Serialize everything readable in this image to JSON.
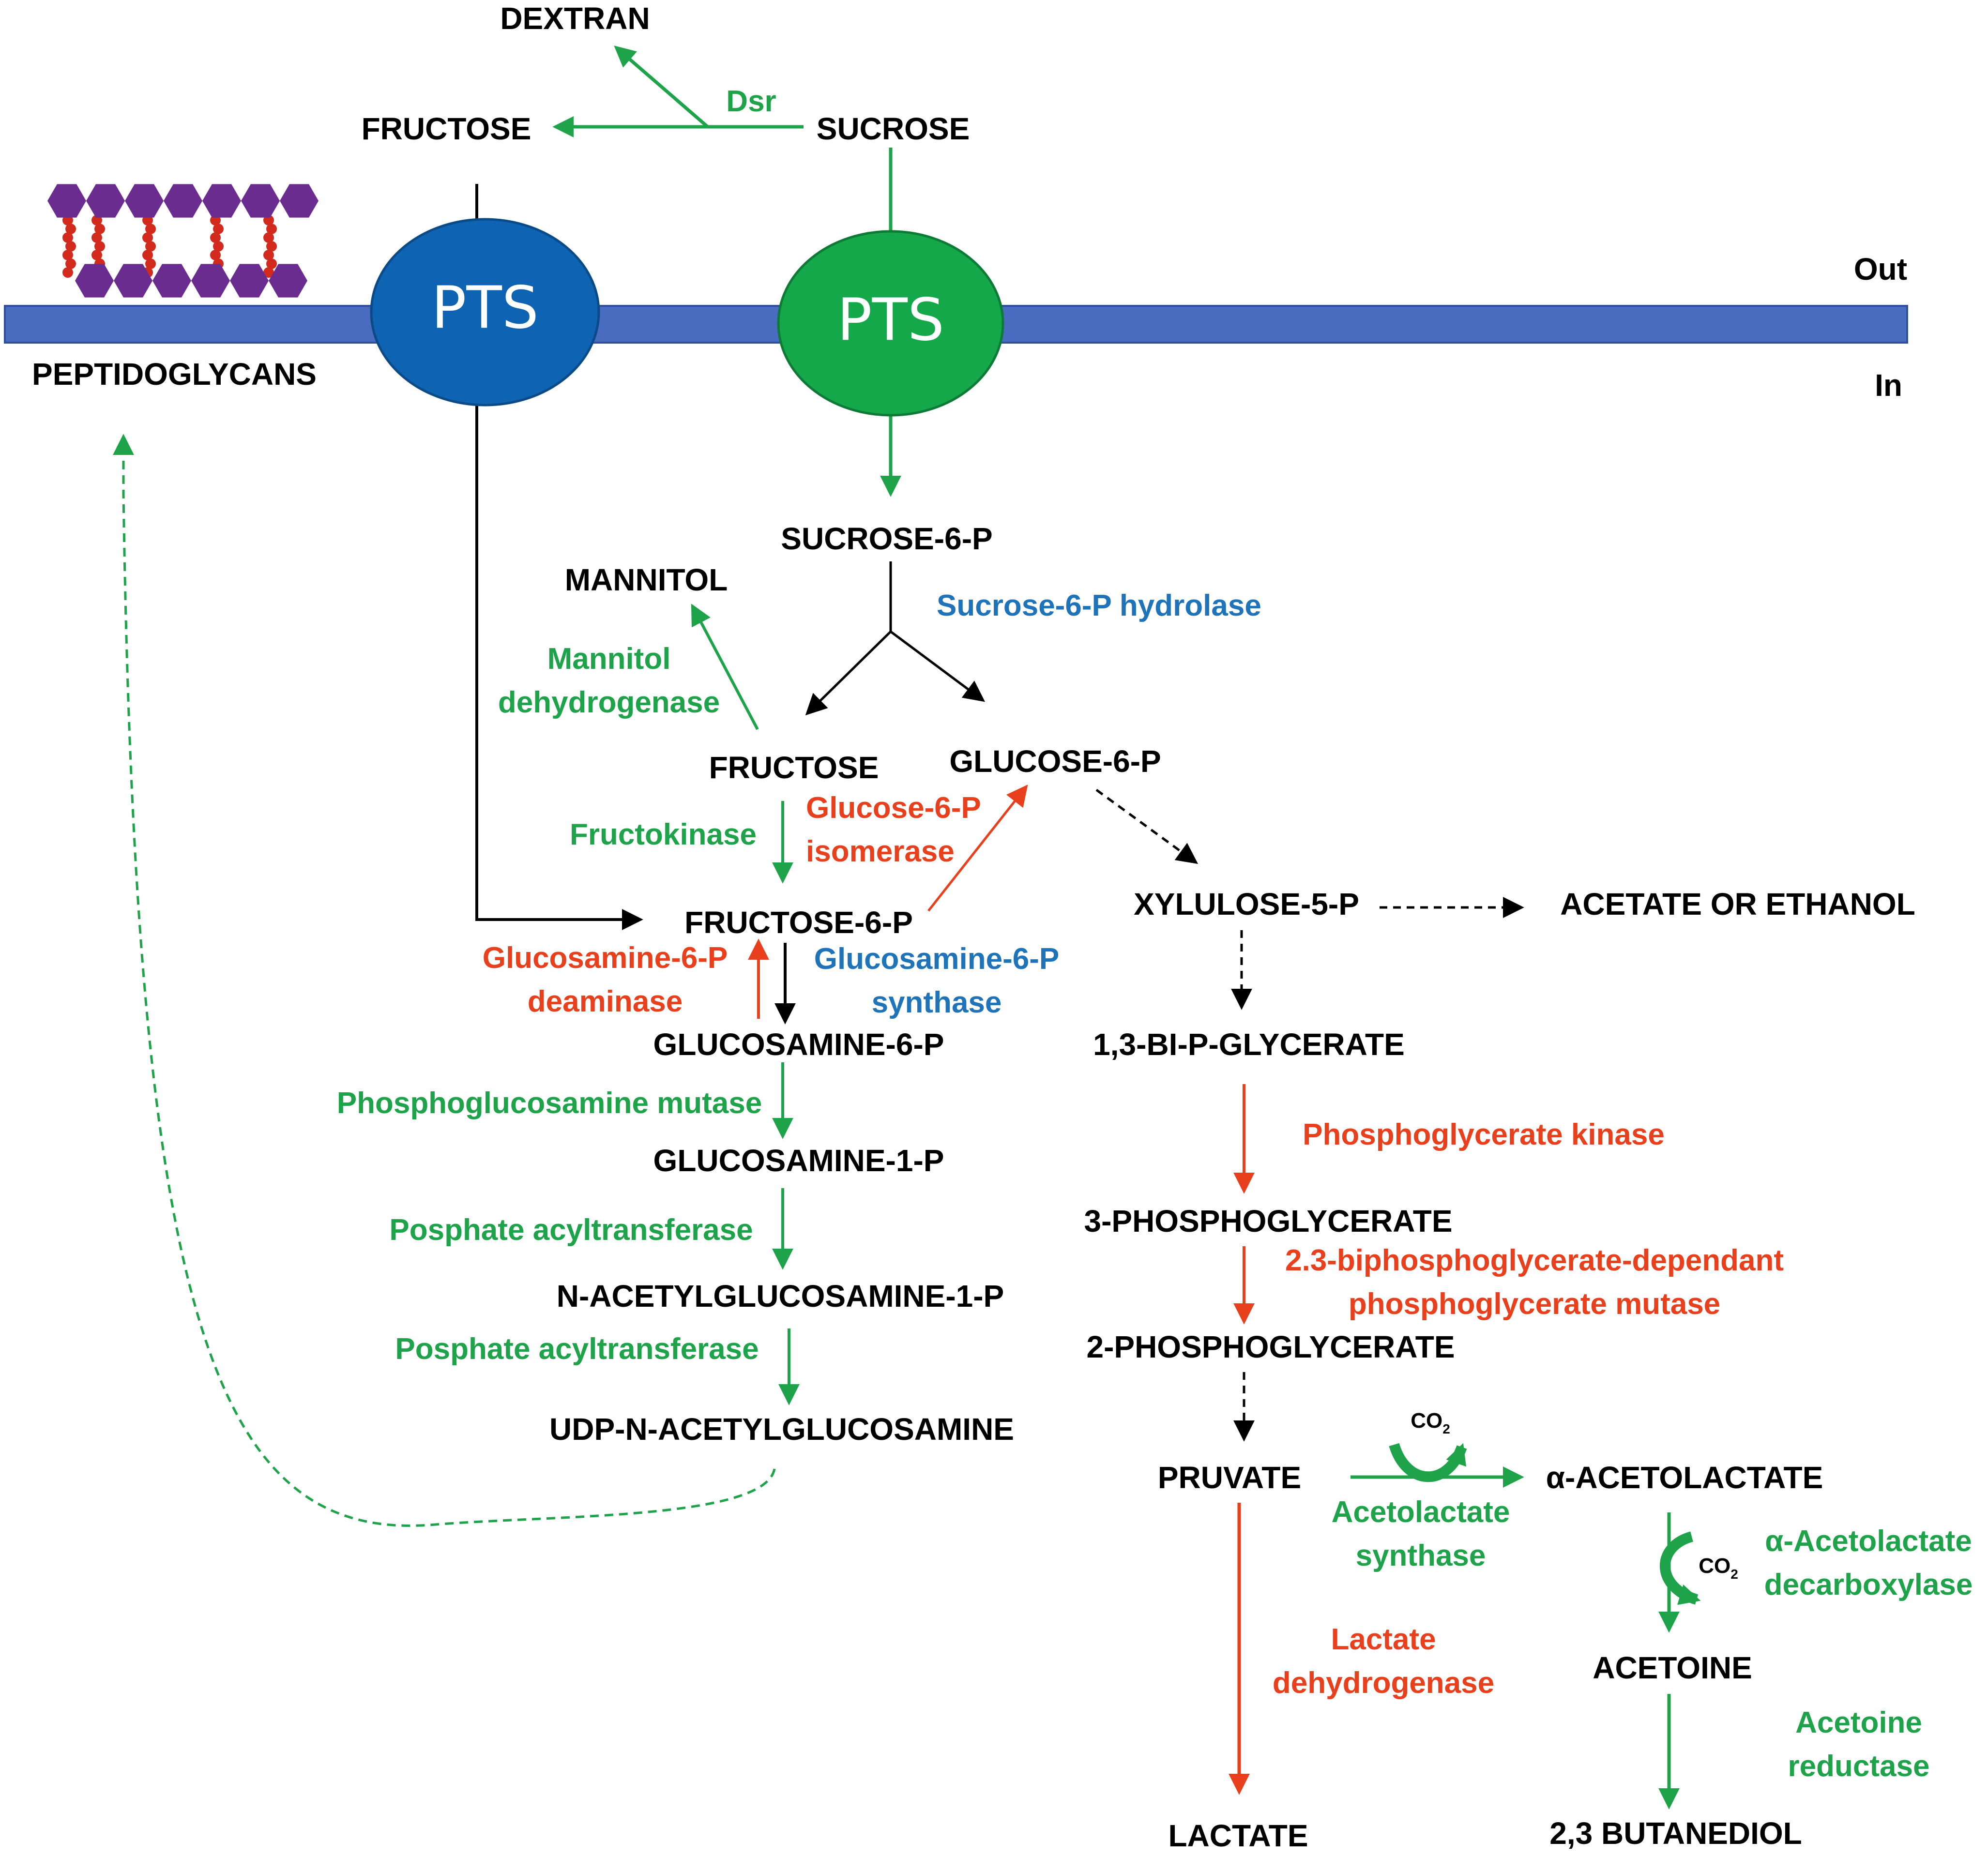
{
  "colors": {
    "black": "#000000",
    "green": "#1fa34a",
    "red": "#e8401c",
    "blue": "#1f73b8",
    "membrane": "#4a6cc0",
    "pts_blue": "#0f63b3",
    "pts_green": "#14a84b",
    "hexagon": "#6a2c8f",
    "bead": "#d22a1c"
  },
  "region_labels": {
    "out": "Out",
    "in": "In"
  },
  "transporters": {
    "pts_left": "PTS",
    "pts_right": "PTS"
  },
  "metabolites": {
    "dextran": "DEXTRAN",
    "fructose_out": "FRUCTOSE",
    "sucrose": "SUCROSE",
    "peptidoglycans": "PEPTIDOGLYCANS",
    "sucrose_6p": "SUCROSE-6-P",
    "mannitol": "MANNITOL",
    "fructose_in": "FRUCTOSE",
    "glucose_6p": "GLUCOSE-6-P",
    "fructose_6p": "FRUCTOSE-6-P",
    "xylulose_5p": "XYLULOSE-5-P",
    "acetate_ethanol": "ACETATE OR ETHANOL",
    "glucosamine_6p": "GLUCOSAMINE-6-P",
    "bi_p_glycerate": "1,3-BI-P-GLYCERATE",
    "glucosamine_1p": "GLUCOSAMINE-1-P",
    "phosphoglycerate_3": "3-PHOSPHOGLYCERATE",
    "n_acetylglucosamine_1p": "N-ACETYLGLUCOSAMINE-1-P",
    "phosphoglycerate_2": "2-PHOSPHOGLYCERATE",
    "udp_n_acetylglucosamine": "UDP-N-ACETYLGLUCOSAMINE",
    "pruvate": "PRUVATE",
    "acetolactate": "α-ACETOLACTATE",
    "acetoine": "ACETOINE",
    "lactate": "LACTATE",
    "butanediol": "2,3 BUTANEDIOL"
  },
  "enzymes": {
    "dsr": "Dsr",
    "sucrose_6p_hydrolase": "Sucrose-6-P hydrolase",
    "mannitol_dh_1": "Mannitol",
    "mannitol_dh_2": "dehydrogenase",
    "fructokinase": "Fructokinase",
    "g6p_isomerase_1": "Glucose-6-P",
    "g6p_isomerase_2": "isomerase",
    "gln6p_deaminase_1": "Glucosamine-6-P",
    "gln6p_deaminase_2": "deaminase",
    "gln6p_synthase_1": "Glucosamine-6-P",
    "gln6p_synthase_2": "synthase",
    "phosphoglucosamine_mutase": "Phosphoglucosamine mutase",
    "acyltransferase_1": "Posphate acyltransferase",
    "acyltransferase_2": "Posphate acyltransferase",
    "phosphoglycerate_kinase": "Phosphoglycerate kinase",
    "pg_mutase_1": "2.3-biphosphoglycerate-dependant",
    "pg_mutase_2": "phosphoglycerate mutase",
    "acetolactate_synthase_1": "Acetolactate",
    "acetolactate_synthase_2": "synthase",
    "lactate_dh_1": "Lactate",
    "lactate_dh_2": "dehydrogenase",
    "acetolactate_decarboxylase_1": "α-Acetolactate",
    "acetolactate_decarboxylase_2": "decarboxylase",
    "acetoine_reductase_1": "Acetoine",
    "acetoine_reductase_2": "reductase"
  },
  "co2": {
    "main": "CO",
    "sub": "2"
  }
}
